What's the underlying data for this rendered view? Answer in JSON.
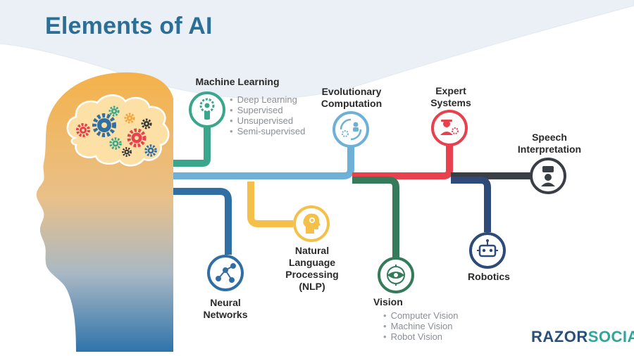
{
  "title": "Elements of AI",
  "logo": {
    "part1": "RAZOR",
    "part2": "SOCIAL"
  },
  "colors": {
    "title": "#2b6f96",
    "machine_learning": "#3aa78c",
    "evolutionary": "#6fb1d6",
    "expert": "#e8404c",
    "speech": "#3a3f46",
    "neural": "#2f6fa3",
    "nlp": "#f5c04a",
    "vision": "#357a5b",
    "robotics": "#2d4a79"
  },
  "nodes": {
    "machine_learning": {
      "title": "Machine Learning",
      "icon": "gear-person-icon",
      "items": [
        "Deep Learning",
        "Supervised",
        "Unsupervised",
        "Semi-supervised"
      ]
    },
    "evolutionary": {
      "title": "Evolutionary\nComputation",
      "icon": "cycle-people-icon"
    },
    "expert": {
      "title": "Expert\nSystems",
      "icon": "expert-gear-icon"
    },
    "speech": {
      "title": "Speech\nInterpretation",
      "icon": "speech-person-icon"
    },
    "neural": {
      "title": "Neural\nNetworks",
      "icon": "network-icon"
    },
    "nlp": {
      "title": "Natural\nLanguage\nProcessing\n(NLP)",
      "icon": "head-gear-icon"
    },
    "vision": {
      "title": "Vision",
      "icon": "eye-target-icon",
      "items": [
        "Computer Vision",
        "Machine Vision",
        "Robot Vision"
      ]
    },
    "robotics": {
      "title": "Robotics",
      "icon": "robot-icon"
    }
  }
}
